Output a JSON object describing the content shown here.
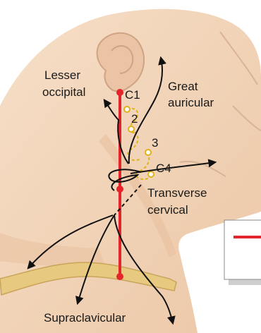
{
  "labels": {
    "lesser_occipital_1": "Lesser",
    "lesser_occipital_2": "occipital",
    "great_auricular_1": "Great",
    "great_auricular_2": "auricular",
    "c1": "C1",
    "c2": "2",
    "c3": "3",
    "c4": "C4",
    "transverse_cervical_1": "Transverse",
    "transverse_cervical_2": "cervical",
    "supraclavicular": "Supraclavicular"
  },
  "colors": {
    "skin": "#f3d8be",
    "skin_shadow": "#d9b497",
    "clavicle": "#e8c980",
    "nerve_yellow": "#e0b21a",
    "red_line": "#e4252b",
    "text": "#1a1a1a"
  }
}
